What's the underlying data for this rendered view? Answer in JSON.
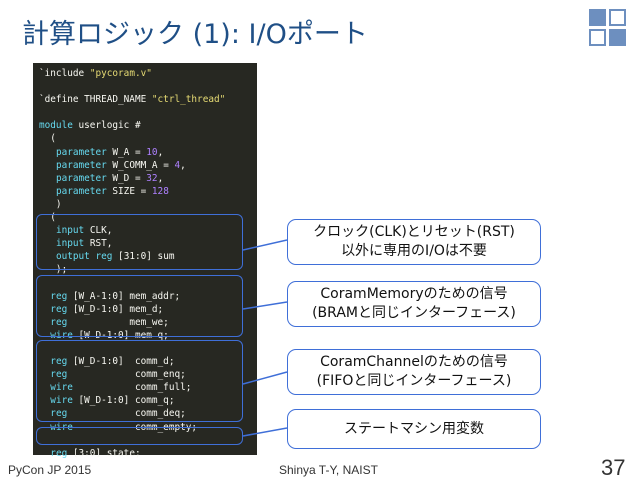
{
  "slide": {
    "title": "計算ロジック (1): I/Oポート",
    "footer_left": "PyCon JP 2015",
    "footer_center": "Shinya T-Y, NAIST",
    "page_number": "37"
  },
  "code": {
    "lines": [
      "`include \"pycoram.v\"",
      "",
      "`define THREAD_NAME \"ctrl_thread\"",
      "",
      "module userlogic #",
      "  (",
      "   parameter W_A = 10,",
      "   parameter W_COMM_A = 4,",
      "   parameter W_D = 32,",
      "   parameter SIZE = 128",
      "   )",
      "  (",
      "   input CLK,",
      "   input RST,",
      "   output reg [31:0] sum",
      "   );",
      "",
      "  reg [W_A-1:0] mem_addr;",
      "  reg [W_D-1:0] mem_d;",
      "  reg           mem_we;",
      "  wire [W_D-1:0] mem_q;",
      "",
      "  reg [W_D-1:0]  comm_d;",
      "  reg            comm_enq;",
      "  wire           comm_full;",
      "  wire [W_D-1:0] comm_q;",
      "  reg            comm_deq;",
      "  wire           comm_empty;",
      "",
      "  reg [3:0] state;"
    ]
  },
  "callouts": [
    {
      "line1": "クロック(CLK)とリセット(RST)",
      "line2": "以外に専用のI/Oは不要"
    },
    {
      "line1": "CoramMemoryのための信号",
      "line2": "(BRAMと同じインターフェース)"
    },
    {
      "line1": "CoramChannelのための信号",
      "line2": "(FIFOと同じインターフェース)"
    },
    {
      "line1": "ステートマシン用変数",
      "line2": ""
    }
  ],
  "colors": {
    "title": "#1f4f86",
    "accent": "#3f6fd8",
    "code_bg": "#272822",
    "logo_fill": "#6d8fbf"
  }
}
